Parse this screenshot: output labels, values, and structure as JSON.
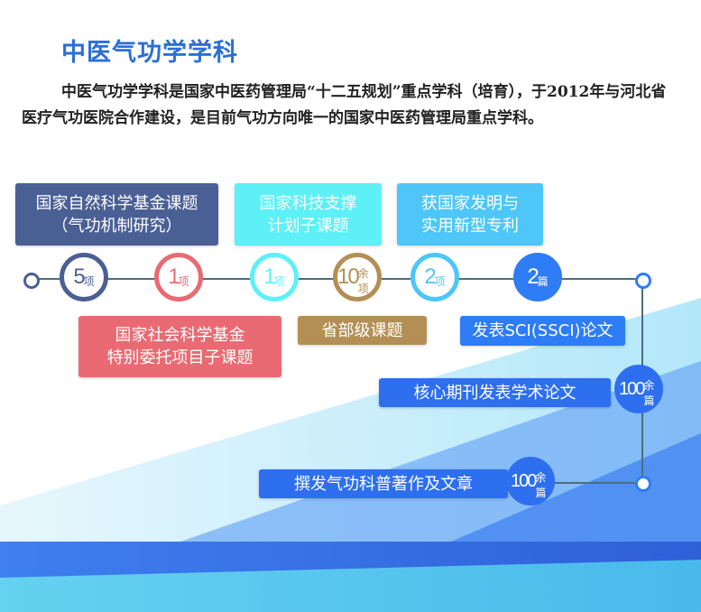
{
  "title": "中医气功学学科",
  "intro": "中医气功学学科是国家中医药管理局“十二五规划”重点学科（培育），于2012年与河北省医疗气功医院合作建设，是目前气功方向唯一的国家中医药管理局重点学科。",
  "milestones": [
    {
      "count": "5",
      "unit": "项",
      "label1": "国家自然科学基金课题",
      "label2": "（气功机制研究）",
      "color": "#4a5f94"
    },
    {
      "count": "1",
      "unit": "项",
      "label1": "国家社会科学基金",
      "label2": "特别委托项目子课题",
      "color": "#e96a73"
    },
    {
      "count": "1",
      "unit": "项",
      "label1": "国家科技支撑",
      "label2": "计划子课题",
      "color": "#5ef0f7"
    },
    {
      "count": "10",
      "unit": "余项",
      "label1": "省部级课题",
      "color": "#b38f56"
    },
    {
      "count": "2",
      "unit": "项",
      "label1": "获国家发明与",
      "label2": "实用新型专利",
      "color": "#4ec6f7"
    },
    {
      "count": "2",
      "unit": "篇",
      "label1": "发表SCI(SSCI)论文",
      "color": "#2e7cf6"
    },
    {
      "count": "100",
      "unit": "余篇",
      "label1": "核心期刊发表学术论文",
      "color": "#2e6ff0"
    },
    {
      "count": "100",
      "unit": "余篇",
      "label1": "撰发气功科普著作及文章",
      "color": "#2e6ff0"
    }
  ]
}
